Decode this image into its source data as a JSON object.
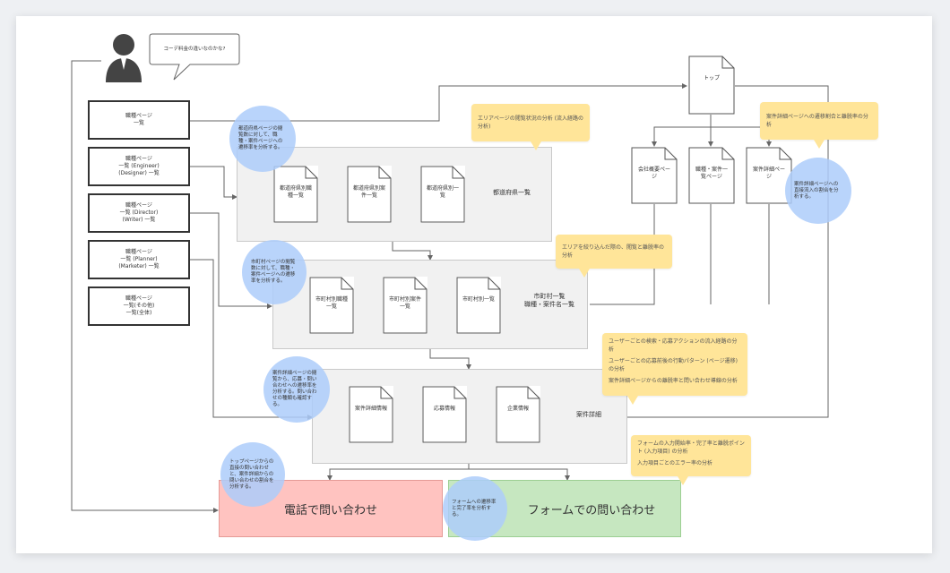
{
  "speech_bubble": "コーデ料金の違いなのかな?",
  "left_boxes": [
    "職種ページ\n一覧",
    "職種ページ\n一覧 (Engineer)\n(Designer) 一覧",
    "職種ページ\n一覧 (Director)\n(Writer) 一覧",
    "職種ページ\n一覧 (Planner)\n(Marketer) 一覧",
    "職種ページ\n一覧(その他)\n一覧(全体)"
  ],
  "top_doc": "トップ",
  "right_docs": [
    "会社概要ページ",
    "職種・案件一覧ページ",
    "案件詳細ページ"
  ],
  "group1": {
    "title": "都道府県一覧",
    "docs": [
      "都道府県別職種一覧",
      "都道府県別案件一覧",
      "都道府県別一覧"
    ]
  },
  "group2": {
    "title": "市町村一覧\n職種・案件名一覧",
    "docs": [
      "市町村別職種一覧",
      "市町村別案件一覧",
      "市町村別一覧"
    ]
  },
  "group3": {
    "title": "案件詳細",
    "docs": [
      "案件詳細情報",
      "応募情報",
      "企業情報"
    ]
  },
  "notes": {
    "n1": "エリアページの閲覧状況の分析 (流入経路の分析)",
    "n2": "案件詳細ページへの遷移割合と離脱率の分析",
    "n3": "エリアを絞り込んだ際の、閲覧と離脱率の分析",
    "n4": [
      "ユーザーごとの検索・応募アクションの流入経路の分析",
      "ユーザーごとの応募前後の行動パターン (ページ遷移) の分析",
      "案件詳細ページからの離脱率と問い合わせ導線の分析"
    ],
    "n5": [
      "フォームの入力開始率・完了率と離脱ポイント (入力項目) の分析",
      "入力項目ごとのエラー率の分析"
    ]
  },
  "bubbles": {
    "b1": "都道府県ページの閲覧数に対して、職種・案件ページへの遷移率を分析する。",
    "b2": "市町村ページの閲覧数に対して、職種・案件ページへの遷移率を分析する。",
    "b3": "案件詳細ページの閲覧から、応募・問い合わせへの遷移率を分析する。問い合わせの種類も確認する。",
    "b4": "トップページからの直接の問い合わせと、案件詳細からの問い合わせの割合を分析する。",
    "b5": "フォームへの遷移率と完了率を分析する。",
    "b6": "案件詳細ページへの直接流入の割合を分析する。"
  },
  "cta": {
    "phone": "電話で問い合わせ",
    "form": "フォームでの問い合わせ"
  },
  "colors": {
    "phone": "#ffc3c0",
    "form": "#c6e7c0",
    "note": "#ffe599",
    "bubble": "#adcdfa",
    "group": "#f1f1f1"
  }
}
